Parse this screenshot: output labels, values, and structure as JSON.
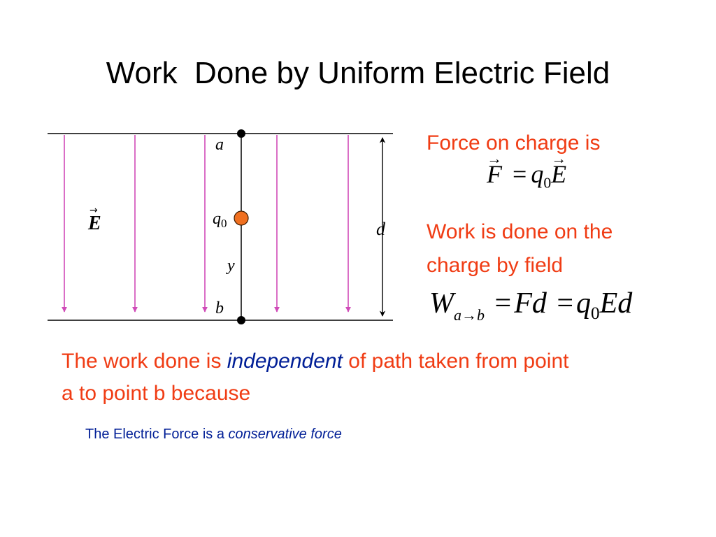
{
  "slide": {
    "title": "Work  Done by Uniform Electric Field"
  },
  "diagram": {
    "field_label": "E",
    "point_a": "a",
    "point_b": "b",
    "charge_label": "q",
    "charge_sub": "0",
    "displacement_label": "y",
    "distance_label": "d",
    "colors": {
      "field_lines": "#d04ab8",
      "charge": "#f07020",
      "lines": "#000000"
    }
  },
  "right_panel": {
    "force_heading": "Force on charge is",
    "force_eq": {
      "lhs": "F",
      "equals": "=",
      "q": "q",
      "q_sub": "0",
      "e": "E"
    },
    "work_heading_line1": "Work is done on the",
    "work_heading_line2": "charge by field",
    "work_eq": {
      "w": "W",
      "w_sub_a": "a",
      "w_sub_arrow": "→",
      "w_sub_b": "b",
      "eq1": "=",
      "fd": "Fd",
      "eq2": "=",
      "q": "q",
      "q_sub": "0",
      "ed": "Ed"
    }
  },
  "statement": {
    "part1": "The work done is ",
    "emphasis": "independent",
    "part2": " of path taken from point",
    "line2": "a to point b because"
  },
  "bullet": {
    "text": "The Electric Force is a ",
    "emphasis": "conservative force"
  },
  "colors": {
    "accent_red": "#f03c14",
    "accent_blue": "#001e96"
  }
}
